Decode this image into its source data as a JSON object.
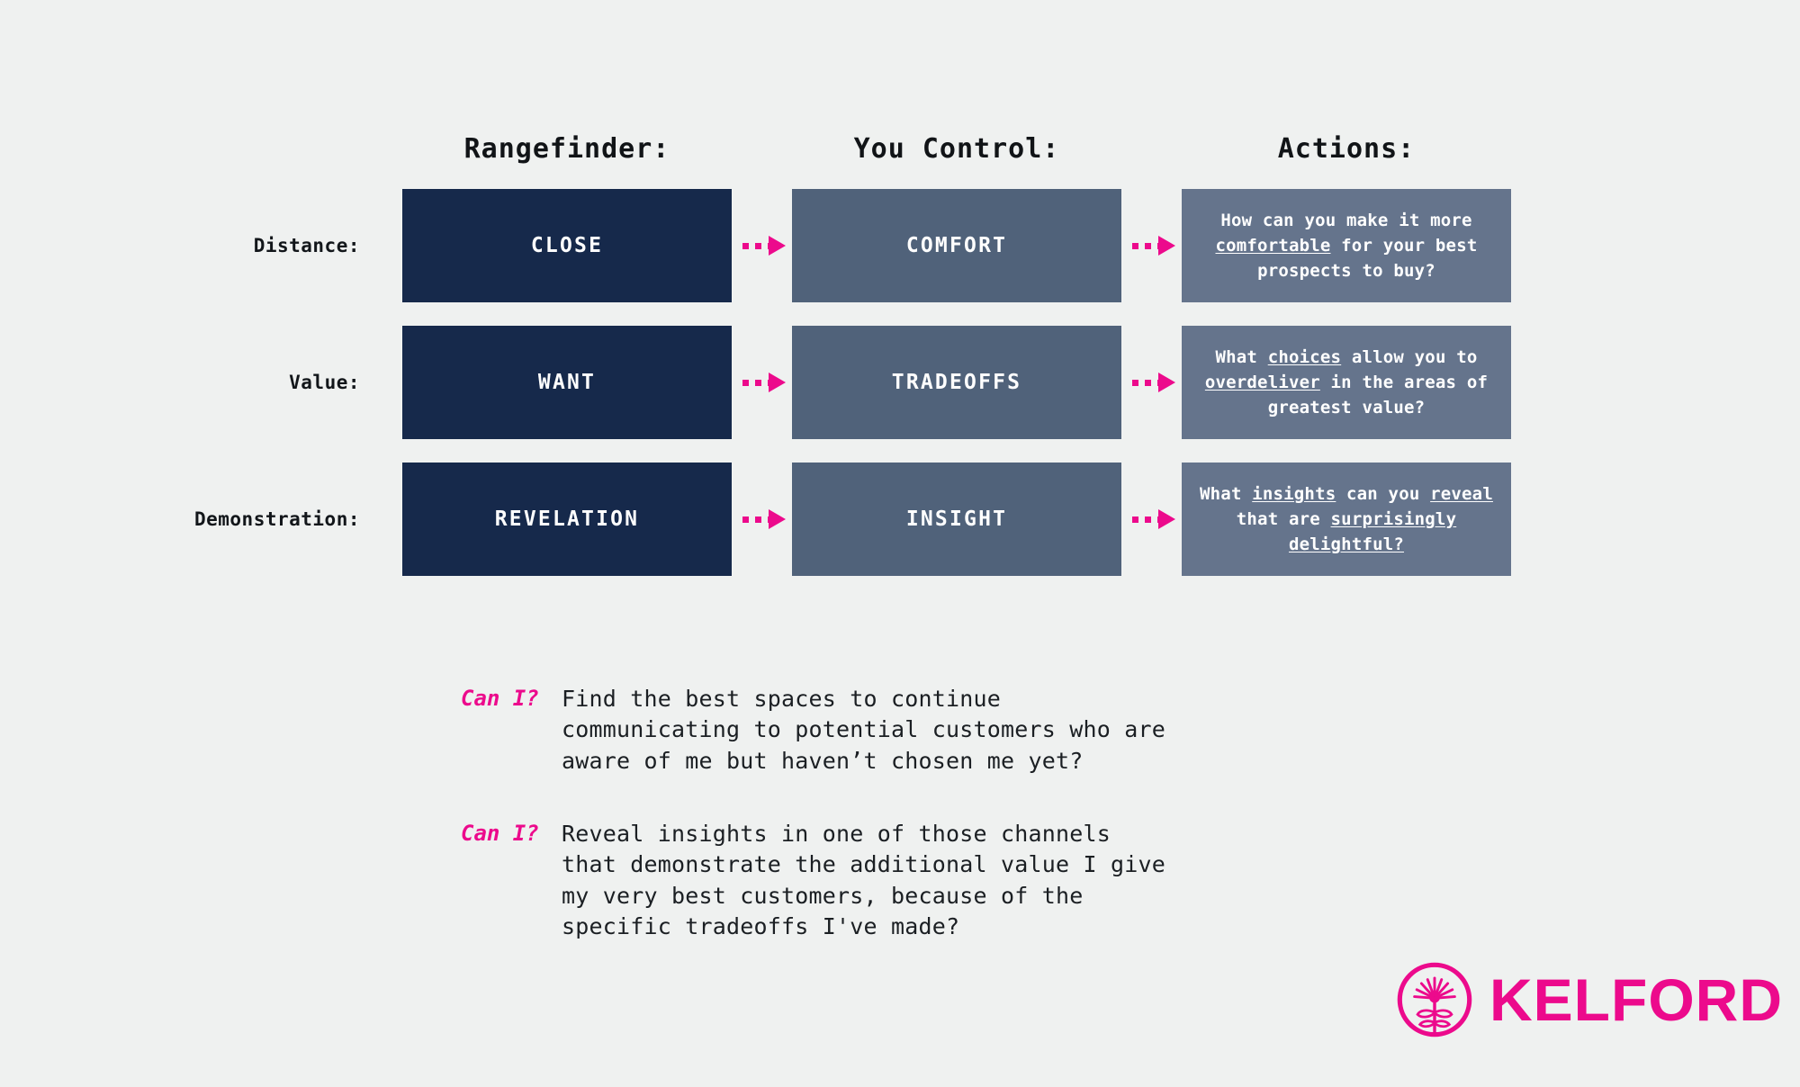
{
  "colors": {
    "background": "#eff1f0",
    "rangefinder_box": "#16294b",
    "control_box": "#50627a",
    "action_box": "#65748c",
    "accent_pink": "#ec0a8c",
    "text_dark": "#12161a",
    "text_light": "#ffffff"
  },
  "matrix": {
    "column_headers": [
      "Rangefinder:",
      "You Control:",
      "Actions:"
    ],
    "rows": [
      {
        "label": "Distance:",
        "rangefinder": "CLOSE",
        "control": "COMFORT",
        "action_parts": [
          {
            "text": "How can you make it more ",
            "underline": false
          },
          {
            "text": "comfortable",
            "underline": true
          },
          {
            "text": " for your best prospects to buy?",
            "underline": false
          }
        ]
      },
      {
        "label": "Value:",
        "rangefinder": "WANT",
        "control": "TRADEOFFS",
        "action_parts": [
          {
            "text": "What ",
            "underline": false
          },
          {
            "text": "choices",
            "underline": true
          },
          {
            "text": " allow you to ",
            "underline": false
          },
          {
            "text": "overdeliver",
            "underline": true
          },
          {
            "text": " in the areas of greatest value?",
            "underline": false
          }
        ]
      },
      {
        "label": "Demonstration:",
        "rangefinder": "REVELATION",
        "control": "INSIGHT",
        "action_parts": [
          {
            "text": "What ",
            "underline": false
          },
          {
            "text": "insights",
            "underline": true
          },
          {
            "text": " can you ",
            "underline": false
          },
          {
            "text": "reveal",
            "underline": true
          },
          {
            "text": " that are ",
            "underline": false
          },
          {
            "text": "surprisingly delightful?",
            "underline": true
          }
        ]
      }
    ]
  },
  "questions": [
    {
      "tag": "Can I?",
      "body": "Find the best spaces to continue\ncommunicating to potential customers who are\naware of me but haven’t chosen me yet?"
    },
    {
      "tag": "Can I?",
      "body": "Reveal insights in one of those channels\nthat demonstrate the additional value I give\nmy very best customers, because of the\nspecific tradeoffs I've made?"
    }
  ],
  "logo": {
    "wordmark": "KELFORD",
    "mark": "flower-in-circle-icon"
  }
}
